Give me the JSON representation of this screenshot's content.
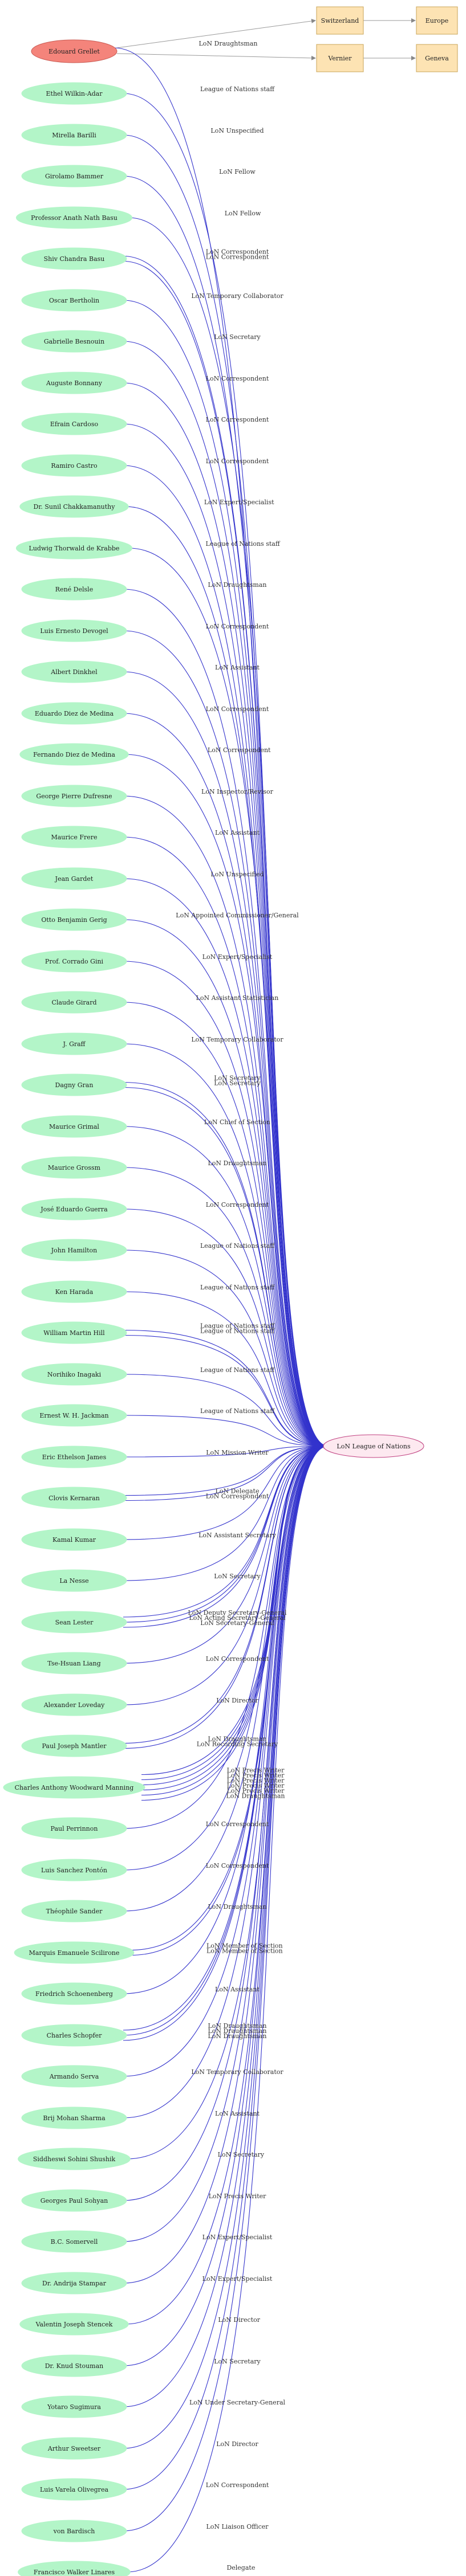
{
  "colors": {
    "person_fill": "#b3f5c8",
    "focus_fill": "#f4847b",
    "place_fill": "#fde3b3",
    "place_stroke": "#c9a45a",
    "league_fill": "#fde9f0",
    "league_stroke": "#c04080",
    "league_text": "#b01050",
    "edge_blue": "#3333cc",
    "edge_gray": "#999999"
  },
  "focus": {
    "label": "Edouard Grellet"
  },
  "places": [
    {
      "id": "switzerland",
      "label": "Switzerland"
    },
    {
      "id": "europe",
      "label": "Europe"
    },
    {
      "id": "vernier",
      "label": "Vernier"
    },
    {
      "id": "geneva",
      "label": "Geneva"
    }
  ],
  "league": {
    "label": "LoN League of Nations"
  },
  "persons": [
    {
      "label": "Ethel Wilkin-Adar",
      "edges": [
        "League of Nations staff"
      ]
    },
    {
      "label": "Mirella Barilli",
      "edges": [
        "LoN Unspecified"
      ]
    },
    {
      "label": "Girolamo Bammer",
      "edges": [
        "LoN Fellow"
      ]
    },
    {
      "label": "Professor Anath Nath Basu",
      "edges": [
        "LoN Fellow"
      ]
    },
    {
      "label": "Shiv Chandra Basu",
      "edges": [
        "LoN Correspondent",
        "LoN Correspondent"
      ]
    },
    {
      "label": "Oscar Bertholin",
      "edges": [
        "LoN Temporary Collaborator"
      ]
    },
    {
      "label": "Gabrielle Besnouin",
      "edges": [
        "LoN Secretary"
      ]
    },
    {
      "label": "Auguste Bonnany",
      "edges": [
        "LoN Correspondent"
      ]
    },
    {
      "label": "Efrain Cardoso",
      "edges": [
        "LoN Correspondent"
      ]
    },
    {
      "label": "Ramiro Castro",
      "edges": [
        "LoN Correspondent"
      ]
    },
    {
      "label": "Dr. Sunil Chakkamanuthy",
      "edges": [
        "LoN Expert/Specialist"
      ]
    },
    {
      "label": "Ludwig Thorwald de Krabbe",
      "edges": [
        "League of Nations staff"
      ]
    },
    {
      "label": "René Delsle",
      "edges": [
        "LoN Draughtsman"
      ]
    },
    {
      "label": "Luis Ernesto Devogel",
      "edges": [
        "LoN Correspondent"
      ]
    },
    {
      "label": "Albert Dinkhel",
      "edges": [
        "LoN Assistant"
      ]
    },
    {
      "label": "Eduardo Diez de Medina",
      "edges": [
        "LoN Correspondent"
      ]
    },
    {
      "label": "Fernando Diez de Medina",
      "edges": [
        "LoN Correspondent"
      ]
    },
    {
      "label": "George Pierre Dufresne",
      "edges": [
        "LoN Inspector/Revisor"
      ]
    },
    {
      "label": "Maurice Frere",
      "edges": [
        "LoN Assistant"
      ]
    },
    {
      "label": "Jean Gardet",
      "edges": [
        "LoN Unspecified"
      ]
    },
    {
      "label": "Otto Benjamin Gerig",
      "edges": [
        "LoN Appointed Commissioner/General"
      ]
    },
    {
      "label": "Prof. Corrado Gini",
      "edges": [
        "LoN Expert/Specialist"
      ]
    },
    {
      "label": "Claude Girard",
      "edges": [
        "LoN Assistant Statistician"
      ]
    },
    {
      "label": "J. Graff",
      "edges": [
        "LoN Temporary Collaborator"
      ]
    },
    {
      "label": "Dagny Gran",
      "edges": [
        "LoN Secretary",
        "LoN Secretary"
      ]
    },
    {
      "label": "Maurice Grimal",
      "edges": [
        "LoN Chief of Section"
      ]
    },
    {
      "label": "Maurice Grossm",
      "edges": [
        "LoN Draughtsman"
      ]
    },
    {
      "label": "José Eduardo Guerra",
      "edges": [
        "LoN Correspondent"
      ]
    },
    {
      "label": "John Hamilton",
      "edges": [
        "League of Nations staff"
      ]
    },
    {
      "label": "Ken Harada",
      "edges": [
        "League of Nations staff"
      ]
    },
    {
      "label": "William Martin Hill",
      "edges": [
        "League of Nations staff",
        "League of Nations staff"
      ]
    },
    {
      "label": "Norihiko Inagaki",
      "edges": [
        "League of Nations staff"
      ]
    },
    {
      "label": "Ernest W. H. Jackman",
      "edges": [
        "League of Nations staff"
      ]
    },
    {
      "label": "Eric Ethelson James",
      "edges": [
        "LoN Mission Writer"
      ]
    },
    {
      "label": "Clovis Kernaran",
      "edges": [
        "LoN Delegate",
        "LoN Correspondent"
      ]
    },
    {
      "label": "Kamal Kumar",
      "edges": [
        "LoN Assistant Secretary"
      ]
    },
    {
      "label": "La Nesse",
      "edges": [
        "LoN Secretary"
      ]
    },
    {
      "label": "Sean Lester",
      "edges": [
        "LoN Deputy Secretary-General",
        "LoN Acting Secretary-General",
        "LoN Secretary-General"
      ]
    },
    {
      "label": "Tse-Hsuan Liang",
      "edges": [
        "LoN Correspondent"
      ]
    },
    {
      "label": "Alexander Loveday",
      "edges": [
        "LoN Director"
      ]
    },
    {
      "label": "Paul Joseph Mantler",
      "edges": [
        "LoN Draughtsman",
        "LoN Recording Secretary"
      ]
    },
    {
      "label": "Charles Anthony Woodward Manning",
      "edges": [
        "LoN Precis Writer",
        "LoN Precis Writer",
        "LoN Precis Writer",
        "LoN Precis Writer",
        "LoN Precis Writer",
        "LoN Draughtsman"
      ]
    },
    {
      "label": "Paul Perrinnon",
      "edges": [
        "LoN Correspondent"
      ]
    },
    {
      "label": "Luis Sanchez Pontón",
      "edges": [
        "LoN Correspondent"
      ]
    },
    {
      "label": "Théophile Sander",
      "edges": [
        "LoN Draughtsman"
      ]
    },
    {
      "label": "Marquis Emanuele Scilirone",
      "edges": [
        "LoN Member of Section",
        "LoN Member of Section"
      ]
    },
    {
      "label": "Friedrich Schoenenberg",
      "edges": [
        "LoN Assistant"
      ]
    },
    {
      "label": "Charles Schopfer",
      "edges": [
        "LoN Draughtsman",
        "LoN Draughtsman",
        "LoN Draughtsman"
      ]
    },
    {
      "label": "Armando Serva",
      "edges": [
        "LoN Temporary Collaborator"
      ]
    },
    {
      "label": "Brij Mohan Sharma",
      "edges": [
        "LoN Assistant"
      ]
    },
    {
      "label": "Siddheswi Sohini Shushik",
      "edges": [
        "LoN Secretary"
      ]
    },
    {
      "label": "Georges Paul Sohyan",
      "edges": [
        "LoN Precis Writer"
      ]
    },
    {
      "label": "B.C. Somervell",
      "edges": [
        "LoN Expert/Specialist"
      ]
    },
    {
      "label": "Dr. Andrija Stampar",
      "edges": [
        "LoN Expert/Specialist"
      ]
    },
    {
      "label": "Valentin Joseph Stencek",
      "edges": [
        "LoN Director"
      ]
    },
    {
      "label": "Dr. Knud Stouman",
      "edges": [
        "LoN Secretary"
      ]
    },
    {
      "label": "Yotaro Sugimura",
      "edges": [
        "LoN Under Secretary-General"
      ]
    },
    {
      "label": "Arthur Sweetser",
      "edges": [
        "LoN Director"
      ]
    },
    {
      "label": "Luis Varela Olivegrea",
      "edges": [
        "LoN Correspondent"
      ]
    },
    {
      "label": "von Bardisch",
      "edges": [
        "LoN Liaison Officer"
      ]
    },
    {
      "label": "Francisco Walker Linares",
      "edges": [
        "Delegate"
      ]
    }
  ],
  "focus_edges": [
    "LoN Draughtsman"
  ]
}
